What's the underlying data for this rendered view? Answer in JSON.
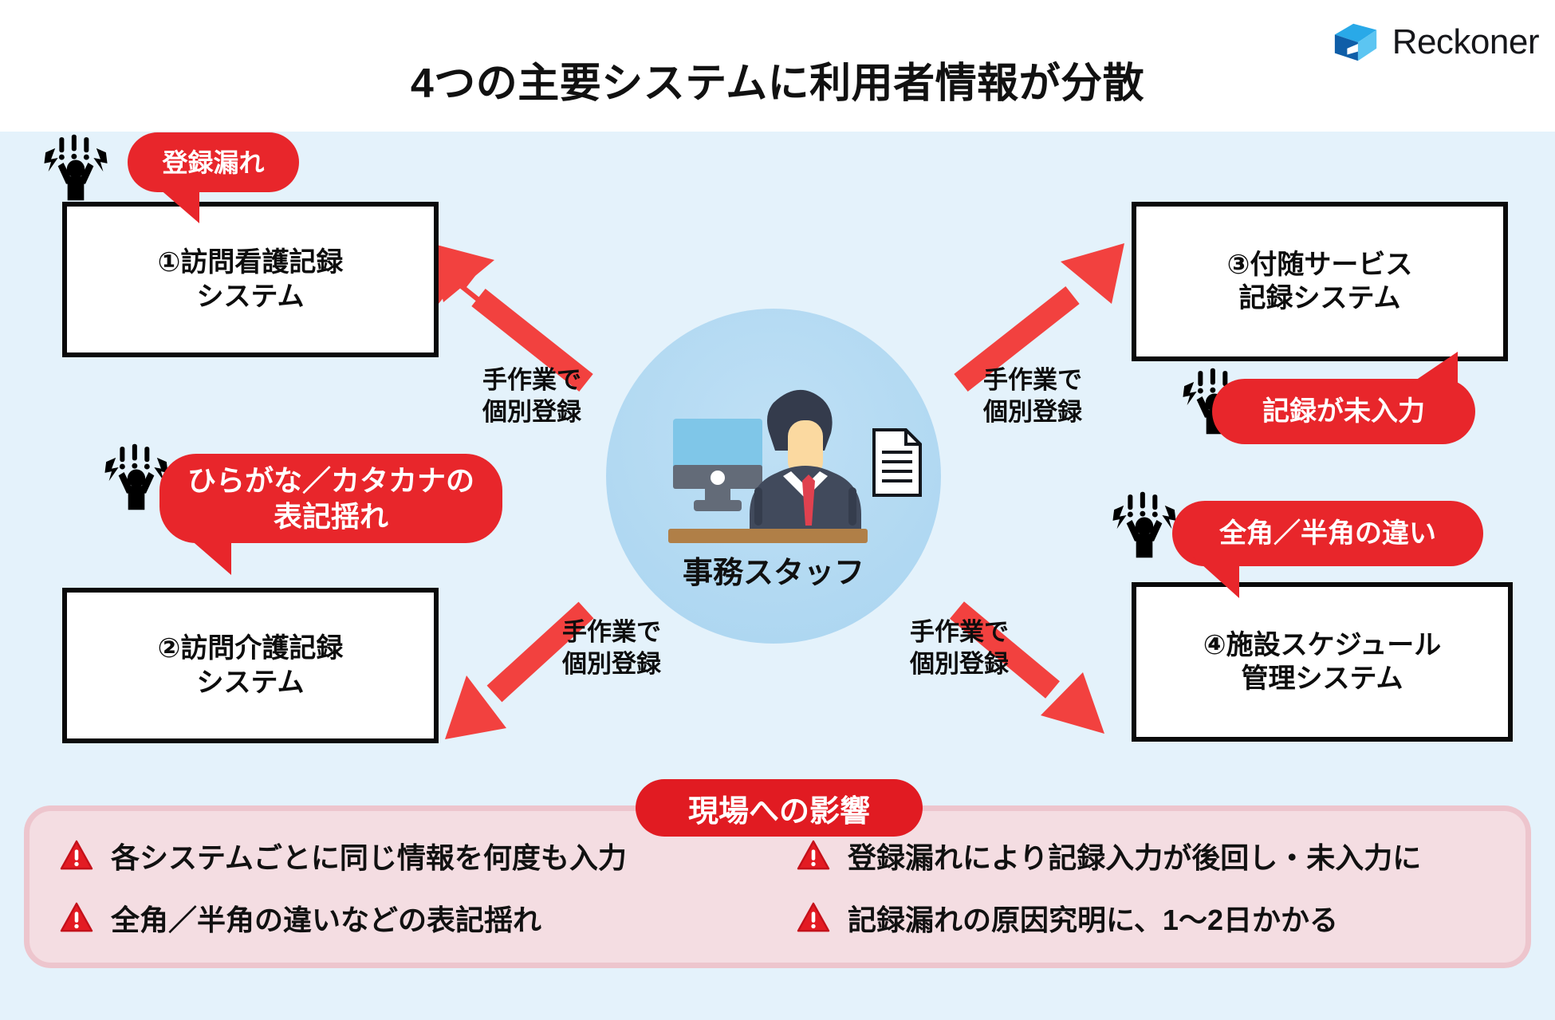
{
  "header": {
    "title": "4つの主要システムに利用者情報が分散",
    "logo_text": "Reckoner",
    "logo_icon": "reckoner-logo-icon"
  },
  "colors": {
    "background": "#ffffff",
    "canvas": "#e4f2fb",
    "badge_red": "#e8262b",
    "impact_header_red": "#e11b22",
    "impact_panel_bg": "#f4dde2",
    "impact_panel_border": "#edc5cd",
    "arrow_red": "#f2413f",
    "circle_blue": "#b2d9f2",
    "box_border": "#0a0a0a",
    "logo_blue_dark": "#0f5ea8",
    "logo_blue_mid": "#1f9ae0",
    "logo_blue_light": "#5cc5f2"
  },
  "center": {
    "label": "事務スタッフ",
    "illustration": "office-staff-illustration"
  },
  "systems": [
    {
      "id": "box1",
      "label": "①訪問看護記録\nシステム"
    },
    {
      "id": "box2",
      "label": "②訪問介護記録\nシステム"
    },
    {
      "id": "box3",
      "label": "③付随サービス\n記録システム"
    },
    {
      "id": "box4",
      "label": "④施設スケジュール\n管理システム"
    }
  ],
  "badges": [
    {
      "id": "badge1",
      "label": "登録漏れ"
    },
    {
      "id": "badge2",
      "label": "ひらがな／カタカナの\n表記揺れ"
    },
    {
      "id": "badge3",
      "label": "記録が未入力"
    },
    {
      "id": "badge4",
      "label": "全角／半角の違い"
    }
  ],
  "arrow_labels": [
    {
      "id": "alab1",
      "label": "手作業で\n個別登録"
    },
    {
      "id": "alab2",
      "label": "手作業で\n個別登録"
    },
    {
      "id": "alab3",
      "label": "手作業で\n個別登録"
    },
    {
      "id": "alab4",
      "label": "手作業で\n個別登録"
    }
  ],
  "impact": {
    "header": "現場への影響",
    "left_items": [
      "各システムごとに同じ情報を何度も入力",
      "全角／半角の違いなどの表記揺れ"
    ],
    "right_items": [
      "登録漏れにより記録入力が後回し・未入力に",
      "記録漏れの原因究明に、1〜2日かかる"
    ]
  }
}
